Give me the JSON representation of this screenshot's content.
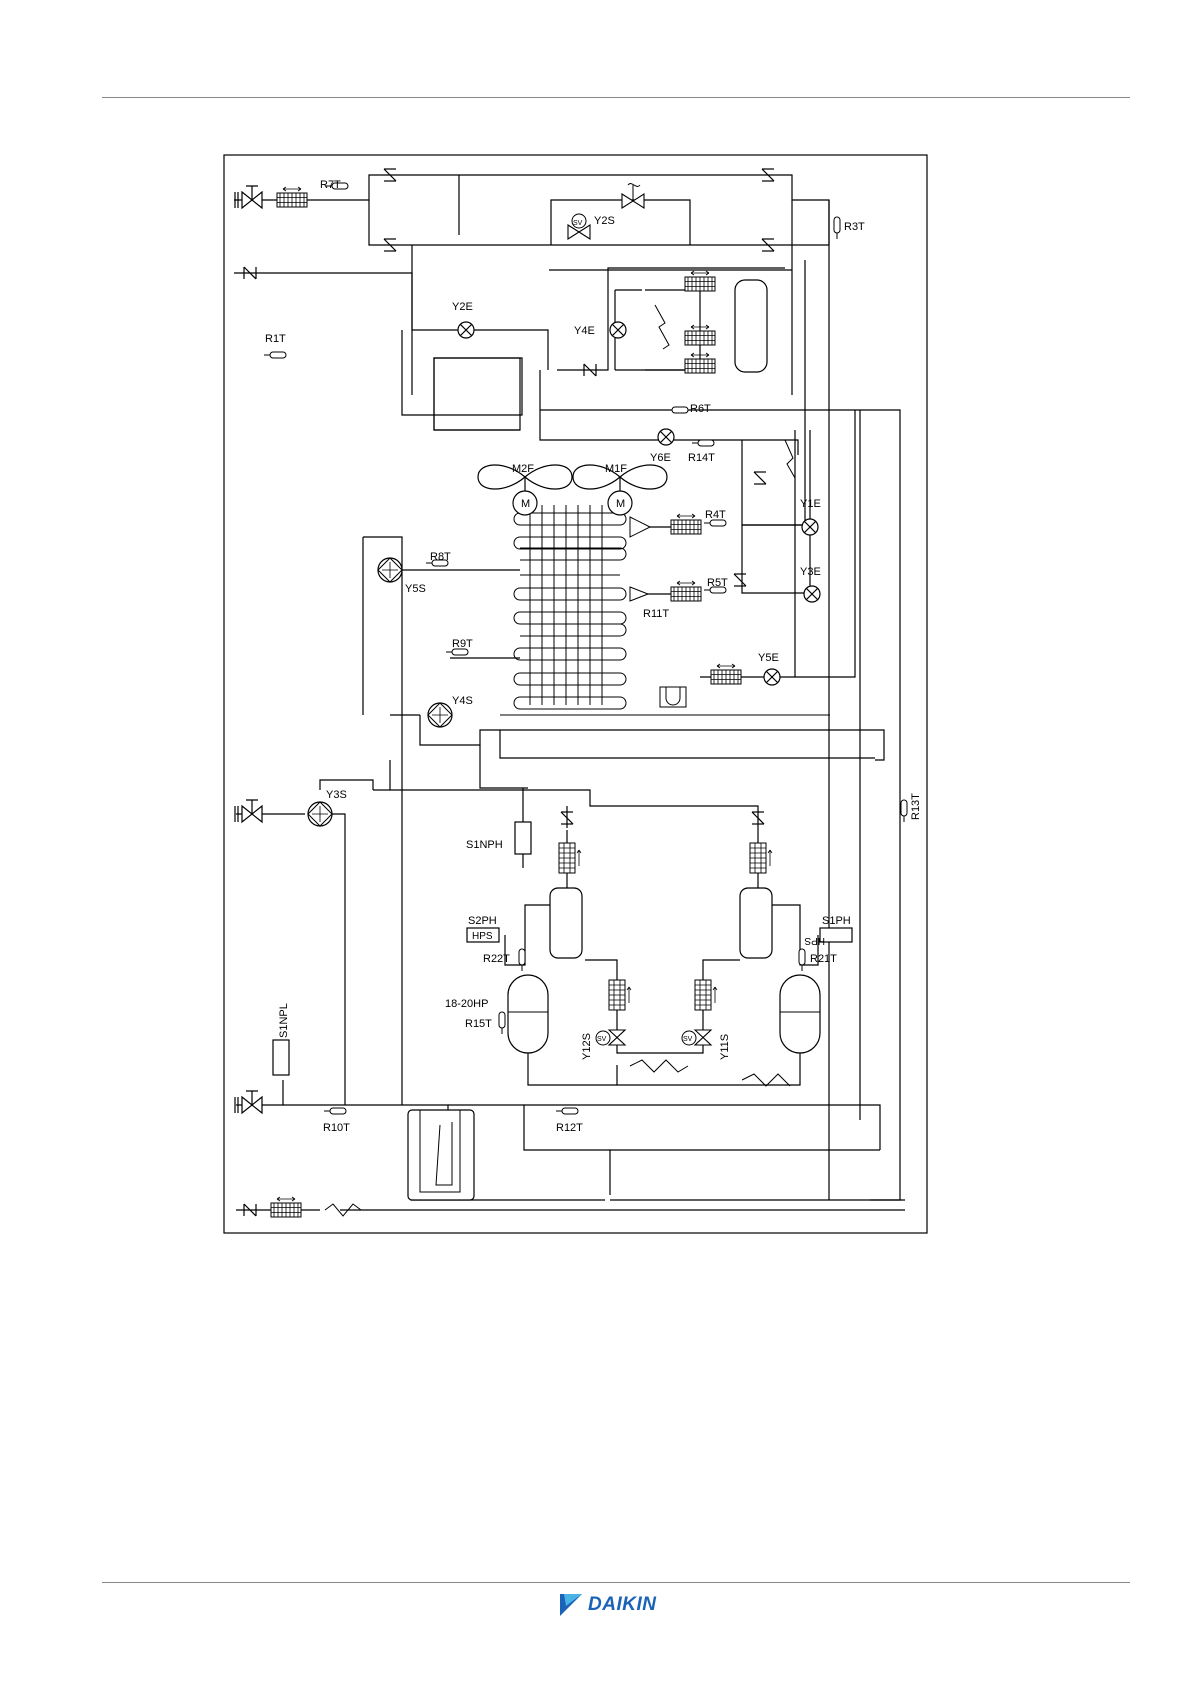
{
  "diagram": {
    "labels": {
      "r7t": "R7T",
      "r3t": "R3T",
      "r1t": "R1T",
      "y2s": "Y2S",
      "sv": "SV",
      "y2e": "Y2E",
      "y4e": "Y4E",
      "r6t": "R6T",
      "y6e": "Y6E",
      "r14t": "R14T",
      "m2f": "M2F",
      "m1f": "M1F",
      "m": "M",
      "r4t": "R4T",
      "y1e": "Y1E",
      "r8t": "R8T",
      "y5s": "Y5S",
      "r5t": "R5T",
      "r11t": "R11T",
      "y3e": "Y3E",
      "r9t": "R9T",
      "y5e": "Y5E",
      "y4s": "Y4S",
      "y3s": "Y3S",
      "r13t": "R13T",
      "s1nph": "S1NPH",
      "s2ph": "S2PH",
      "s1ph": "S1PH",
      "hps": "HPS",
      "r22t": "R22T",
      "r21t": "R21T",
      "hp_range": "18-20HP",
      "r15t": "R15T",
      "y12s": "Y12S",
      "y11s": "Y11S",
      "s1npl": "S1NPL",
      "r10t": "R10T",
      "r12t": "R12T"
    }
  },
  "footer": {
    "brand": "DAIKIN",
    "brand_color": "#1b63b7",
    "logo_icon": "daikin-triangle-logo-icon"
  }
}
